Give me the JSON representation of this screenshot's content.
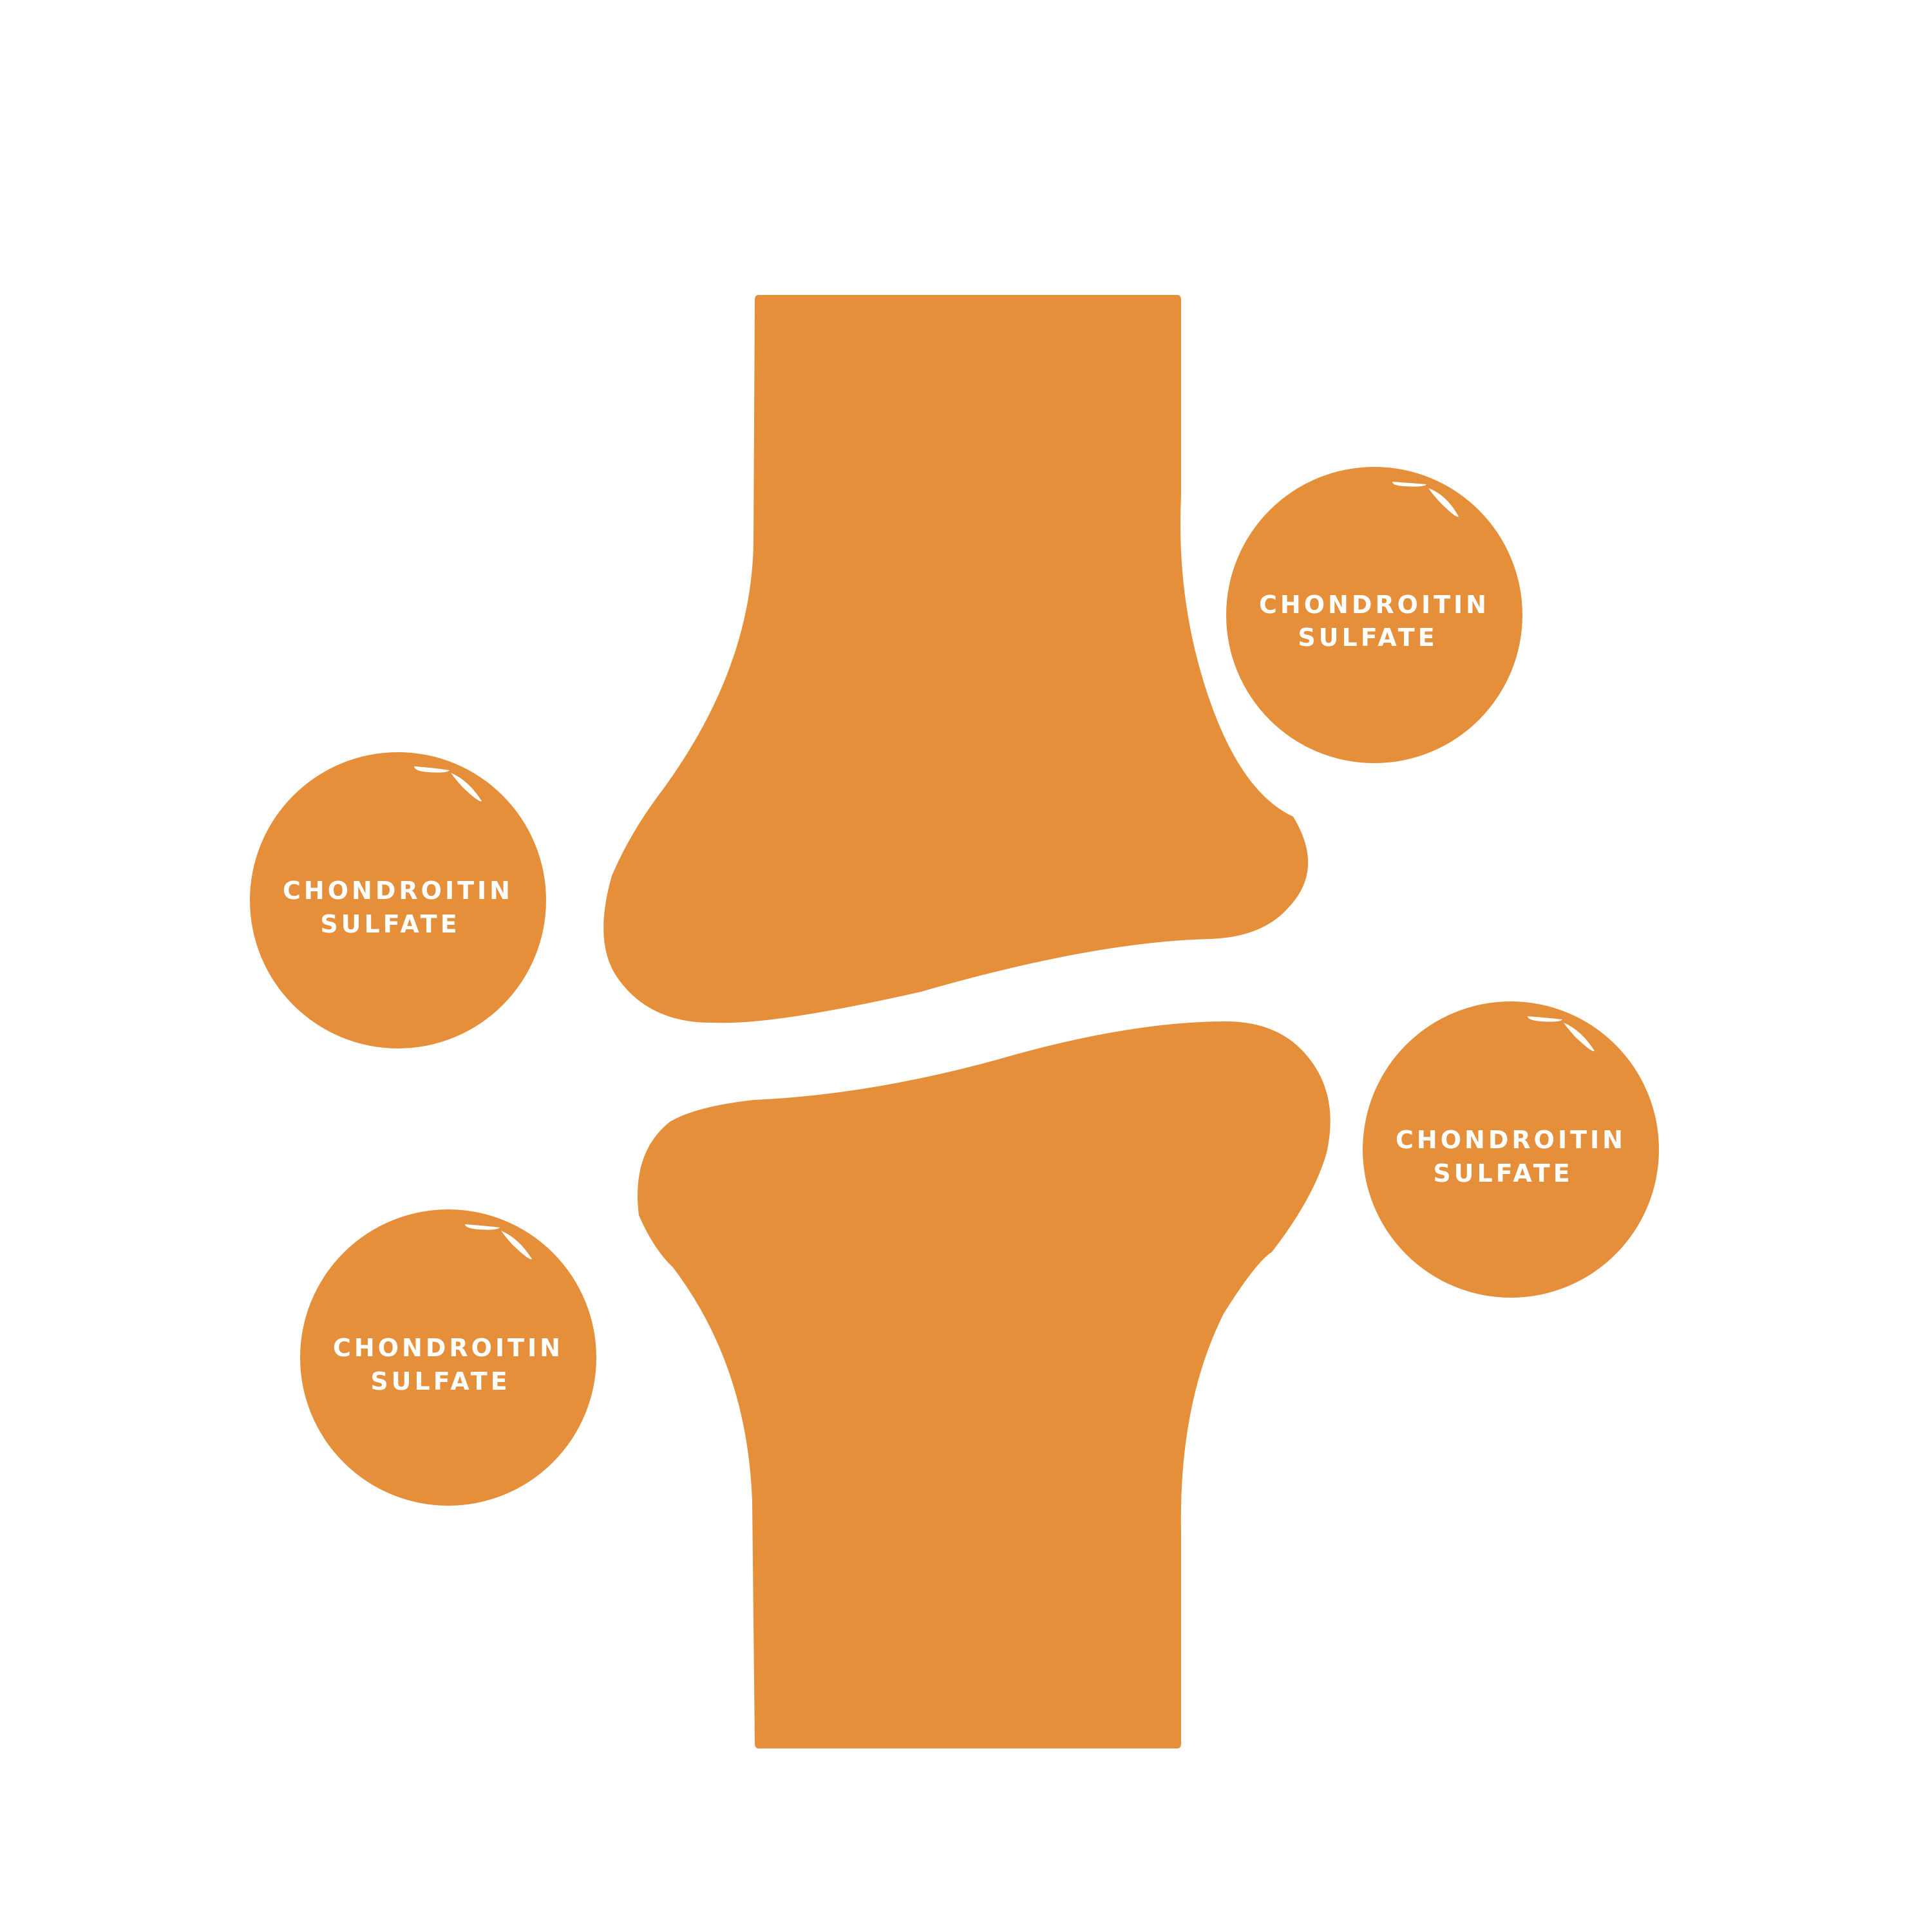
{
  "colors": {
    "background": "#ffffff",
    "bone": "#e68f3a",
    "molecule": "#e68f3a",
    "label_text": "#ffffff",
    "highlight": "#ffffff"
  },
  "molecules": [
    {
      "line1": "CHONDROITIN",
      "line2": "SULFATE"
    },
    {
      "line1": "CHONDROITIN",
      "line2": "SULFATE"
    },
    {
      "line1": "CHONDROITIN",
      "line2": "SULFATE"
    },
    {
      "line1": "CHONDROITIN",
      "line2": "SULFATE"
    }
  ]
}
